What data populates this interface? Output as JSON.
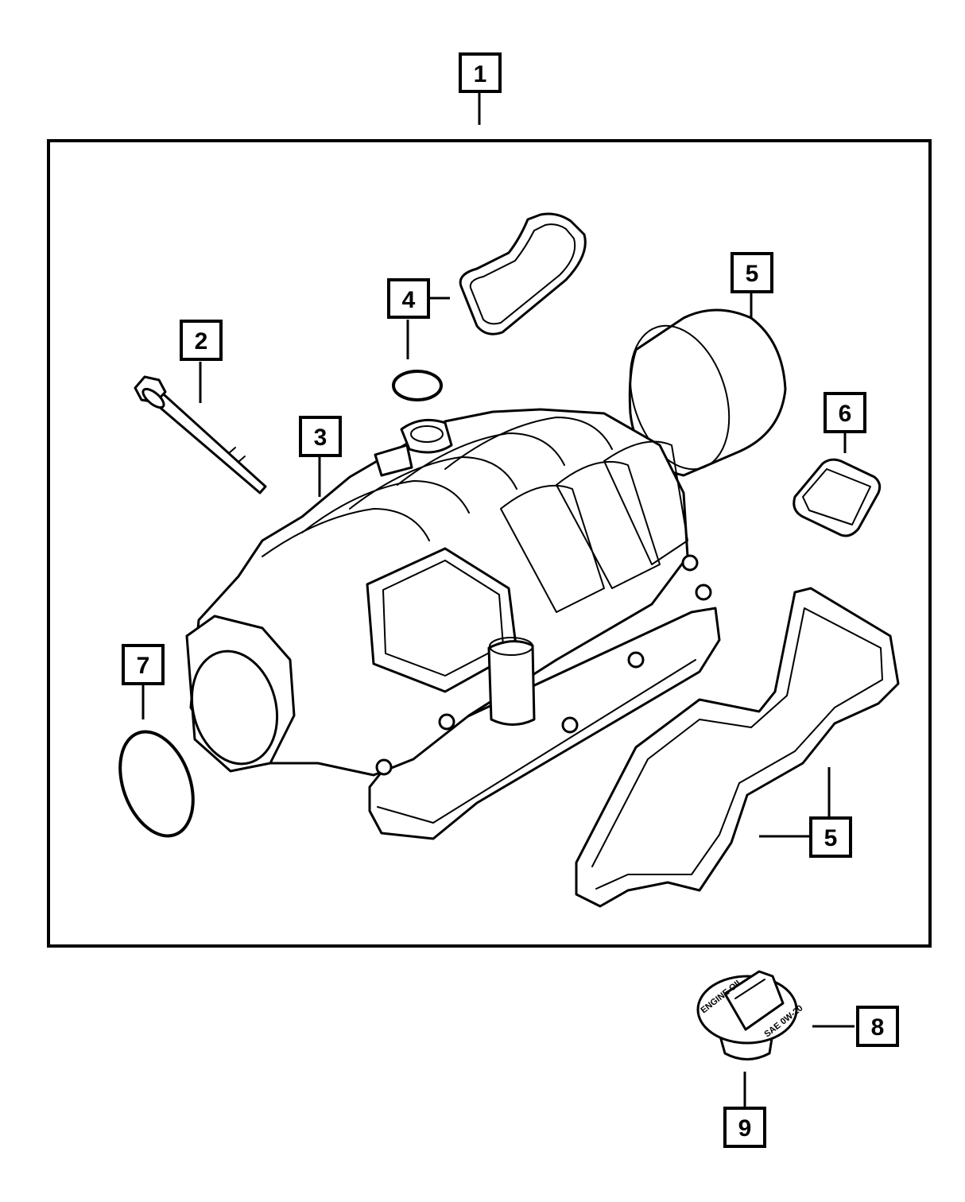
{
  "callouts": {
    "c1": "1",
    "c2": "2",
    "c3": "3",
    "c4": "4",
    "c5a": "5",
    "c5b": "5",
    "c6": "6",
    "c7": "7",
    "c8": "8",
    "c9": "9"
  },
  "cap_text": {
    "line1": "ENGINE OIL",
    "line2": "SAE 0W-20"
  },
  "colors": {
    "ink": "#000000",
    "paper": "#ffffff"
  }
}
